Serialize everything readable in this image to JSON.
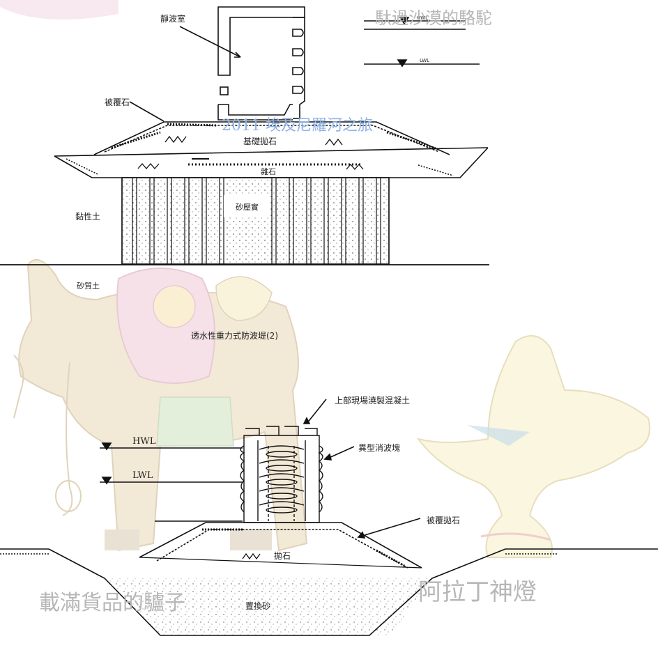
{
  "upper_section": {
    "label_wave_chamber": "靜波室",
    "label_cover_stone": "被覆石",
    "label_foundation_rubble": "基礎拋石",
    "label_mixed_stone": "雜石",
    "label_sand_pile": "砂壓實",
    "label_clay": "黏性土",
    "label_sandy_soil": "砂質土",
    "label_hwl_small": "HWL",
    "label_lwl_small": "LWL"
  },
  "section_caption": "透水性重力式防波堤(2)",
  "lower_section": {
    "label_cast_in_place_concrete": "上部現場澆製混凝土",
    "label_special_blocks": "異型消波塊",
    "label_hwl": "HWL",
    "label_lwl": "LWL",
    "label_cover_rubble": "被覆拋石",
    "label_rubble": "拋石",
    "label_replacement_sand": "置換砂"
  },
  "watermarks": {
    "top_right": "馱過沙漠的駱駝",
    "center_blue": "2011 埃及尼羅河之旅",
    "bottom_left": "載滿貨品的驢子",
    "bottom_right": "阿拉丁神燈"
  },
  "colors": {
    "line": "#111111",
    "watermark_gray": "#b7b7b7",
    "watermark_blue": "#8fb3e6",
    "sketch_brown": "#d9c3a0",
    "sketch_pink": "#e7b7c7",
    "sketch_green": "#b9d6a8",
    "sketch_yellow": "#f1e3a4"
  }
}
